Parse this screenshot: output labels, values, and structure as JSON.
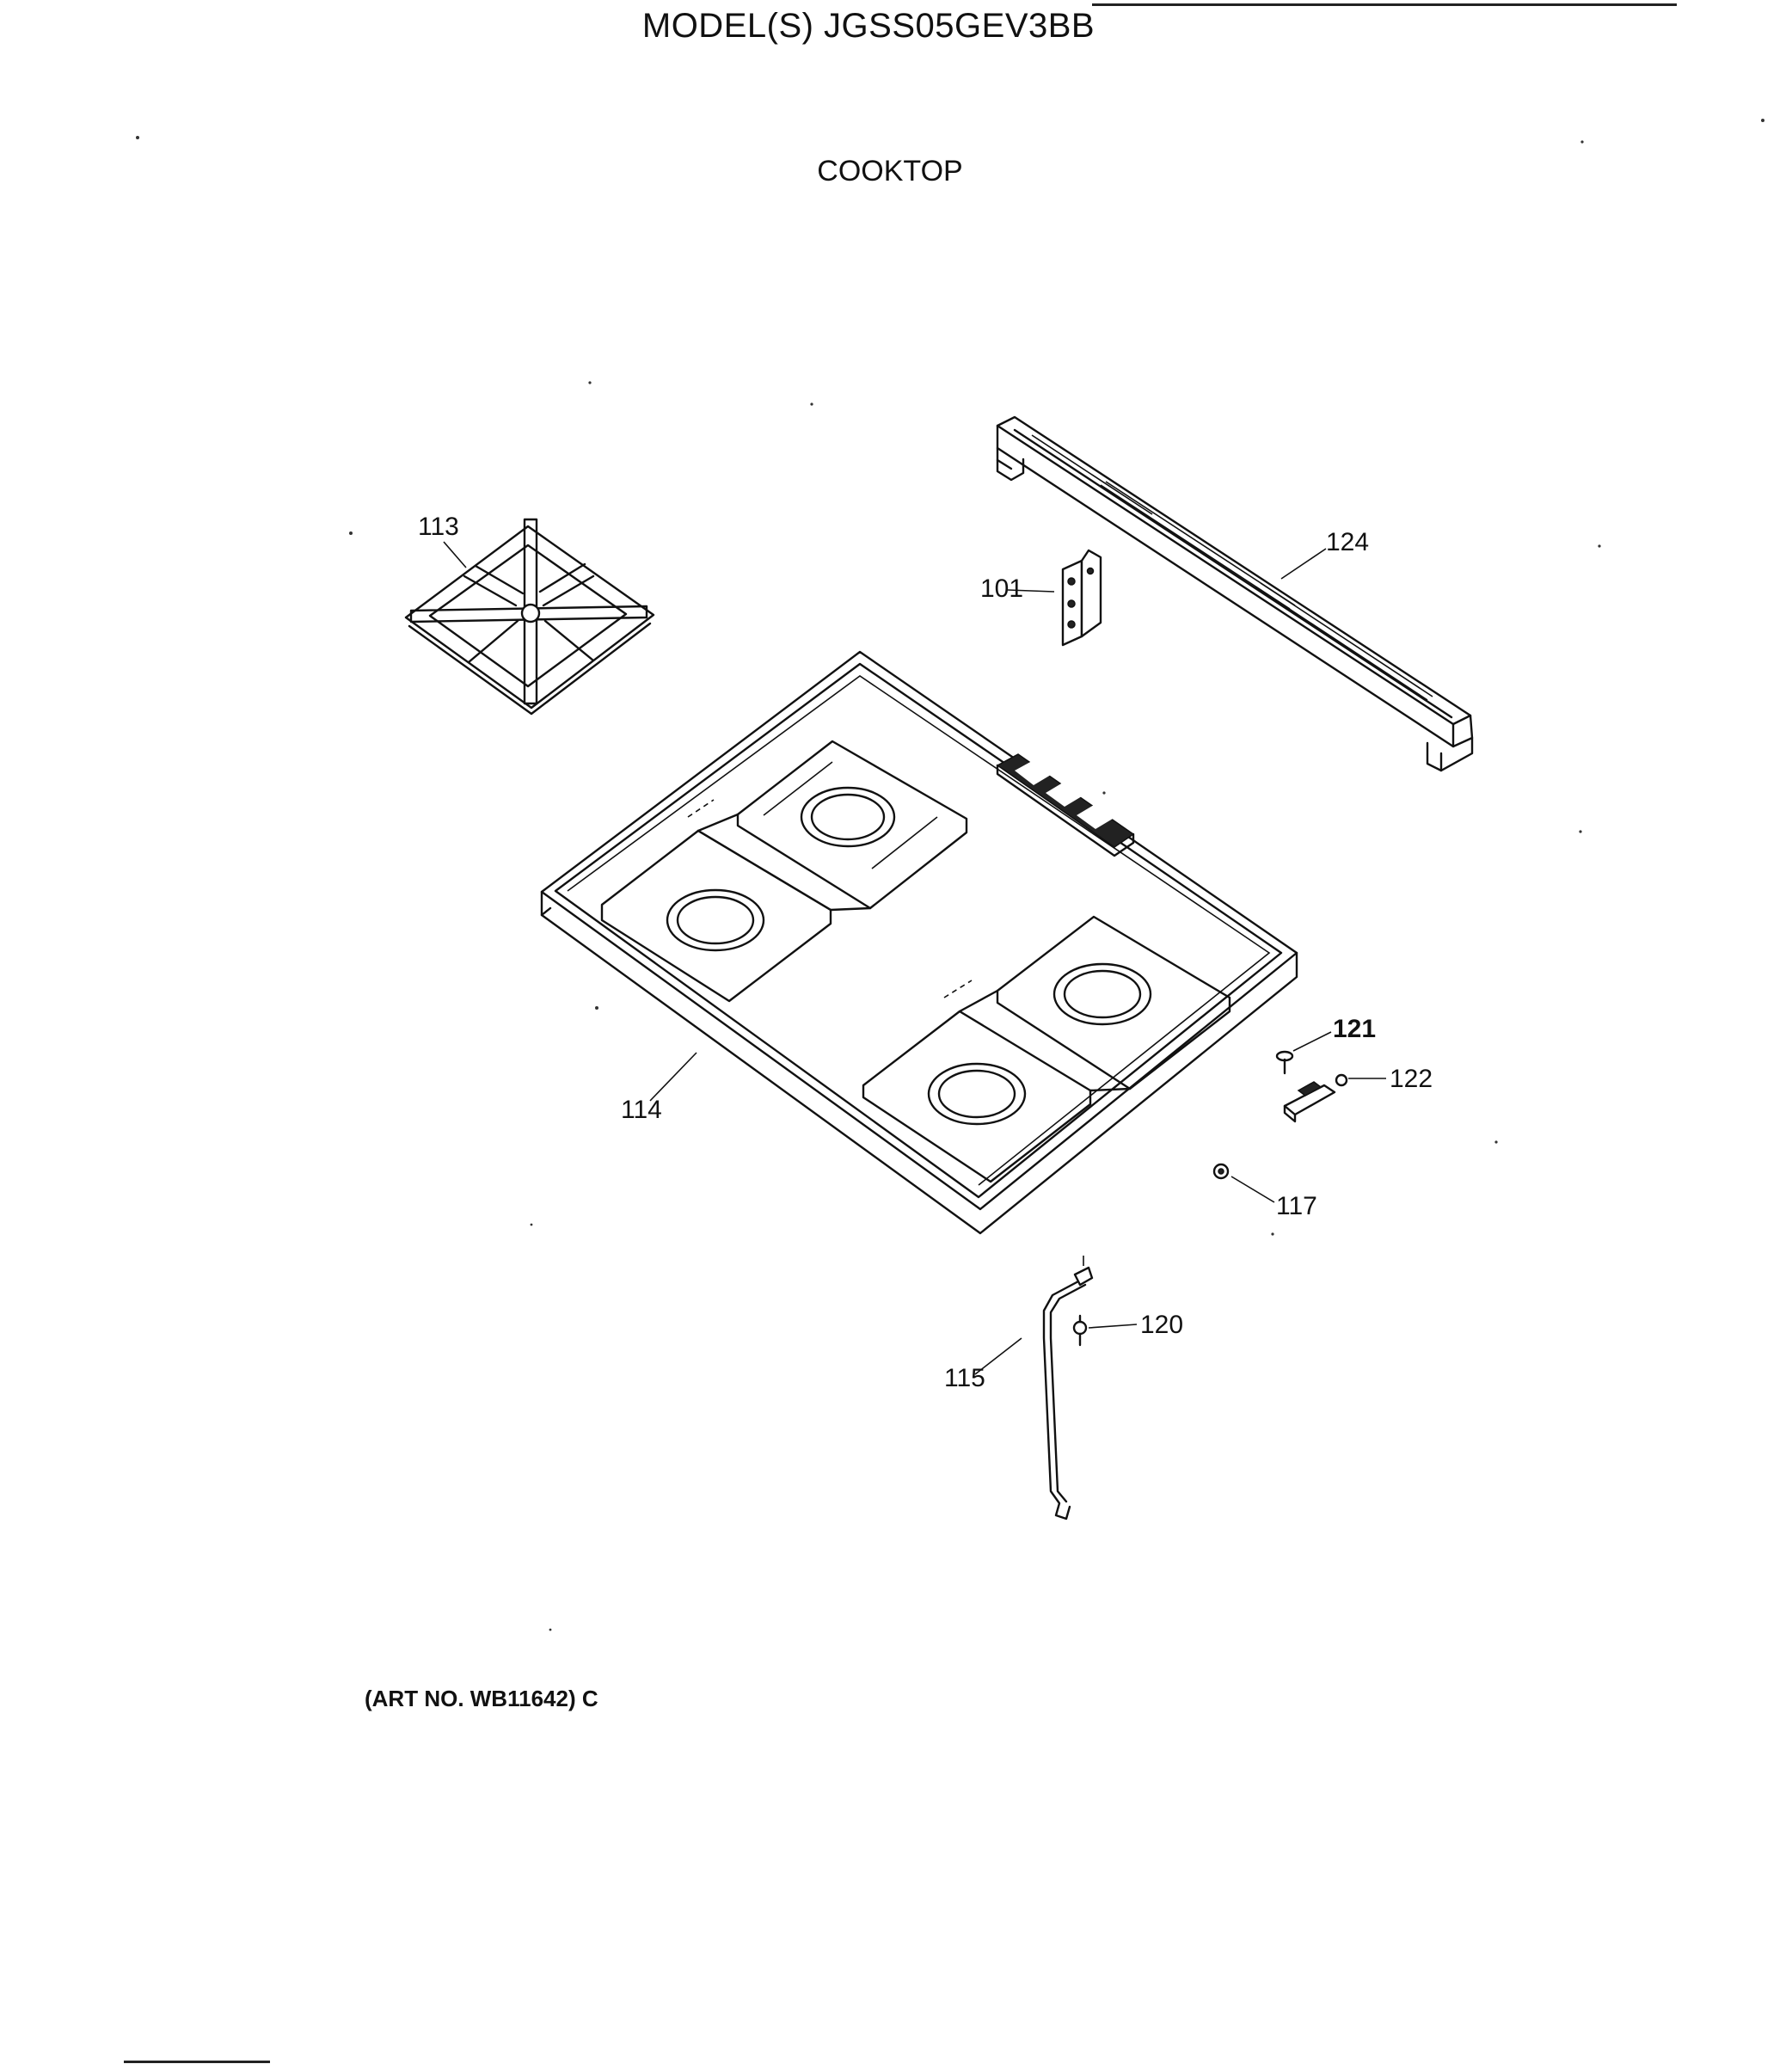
{
  "header": {
    "model": "MODEL(S) JGSS05GEV3BB",
    "section": "COOKTOP"
  },
  "footer": {
    "art_no": "(ART NO. WB11642) C"
  },
  "callouts": [
    {
      "id": "113",
      "label": "113",
      "part": "burner-grate"
    },
    {
      "id": "101",
      "label": "101",
      "part": "bracket"
    },
    {
      "id": "124",
      "label": "124",
      "part": "backguard-trim"
    },
    {
      "id": "114",
      "label": "114",
      "part": "cooktop"
    },
    {
      "id": "121",
      "label": "121",
      "part": "screw"
    },
    {
      "id": "122",
      "label": "122",
      "part": "clip"
    },
    {
      "id": "117",
      "label": "117",
      "part": "nut"
    },
    {
      "id": "120",
      "label": "120",
      "part": "screw"
    },
    {
      "id": "115",
      "label": "115",
      "part": "support-rod"
    }
  ]
}
